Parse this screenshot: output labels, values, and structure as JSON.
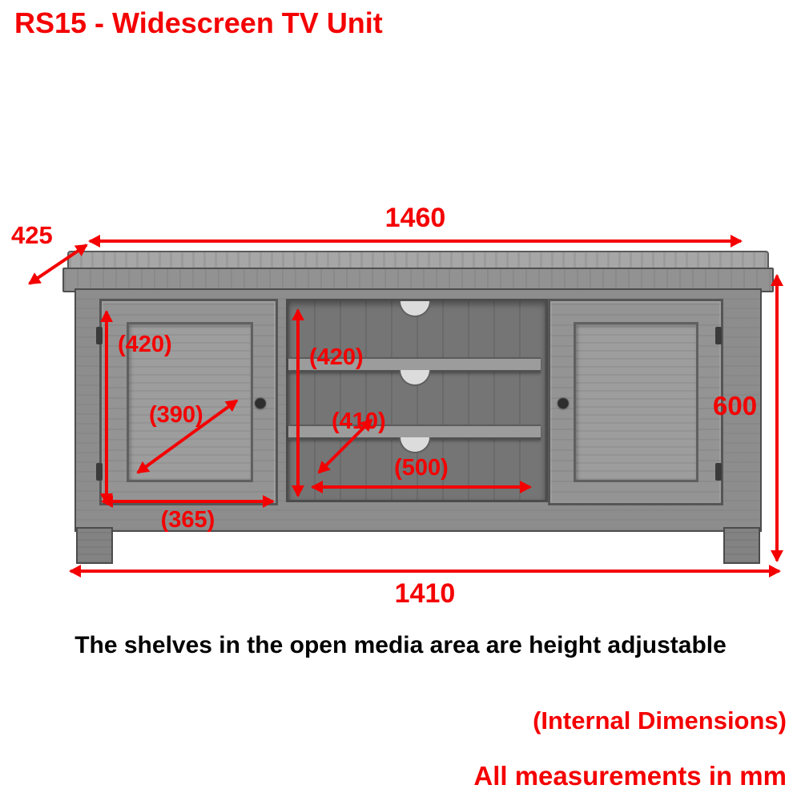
{
  "title": "RS15 - Widescreen TV Unit",
  "colors": {
    "accent_red": "#f40000",
    "text_black": "#000000",
    "cabinet_grey": "#8d8d8d"
  },
  "dimensions": {
    "top_width": "1460",
    "depth": "425",
    "height": "600",
    "bottom_width": "1410",
    "door_internal_height": "(420)",
    "door_diagonal": "(390)",
    "door_width": "(365)",
    "media_height": "(420)",
    "media_diagonal": "(410)",
    "media_width": "(500)"
  },
  "notes": {
    "shelves": "The shelves in the open media area are height adjustable",
    "internal": "(Internal Dimensions)",
    "units": "All measurements in mm"
  }
}
